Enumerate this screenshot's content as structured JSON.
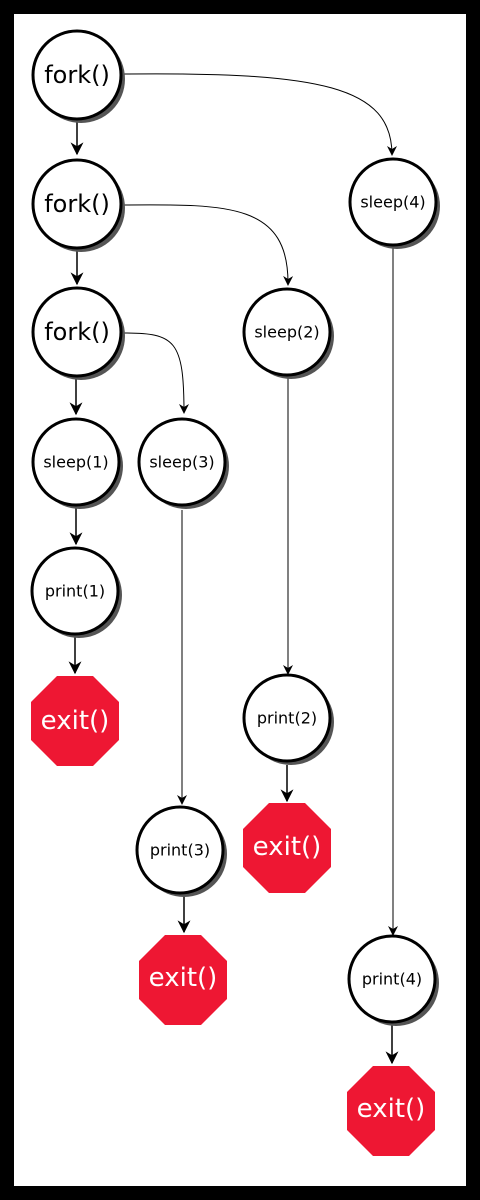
{
  "colors": {
    "frame": "#000000",
    "background": "#ffffff",
    "node_fill": "#ffffff",
    "node_stroke": "#000000",
    "node_shadow": "#555555",
    "exit_fill": "#ee1733",
    "exit_text": "#ffffff"
  },
  "nodes": {
    "fork_1": "fork()",
    "fork_2": "fork()",
    "fork_3": "fork()",
    "sleep_1": "sleep(1)",
    "sleep_2": "sleep(2)",
    "sleep_3": "sleep(3)",
    "sleep_4": "sleep(4)",
    "print_1": "print(1)",
    "print_2": "print(2)",
    "print_3": "print(3)",
    "print_4": "print(4)",
    "exit_1": "exit()",
    "exit_2": "exit()",
    "exit_3": "exit()",
    "exit_4": "exit()"
  },
  "edges": [
    {
      "from": "fork_1",
      "to": "fork_2"
    },
    {
      "from": "fork_1",
      "to": "sleep_4"
    },
    {
      "from": "fork_2",
      "to": "fork_3"
    },
    {
      "from": "fork_2",
      "to": "sleep_2"
    },
    {
      "from": "fork_3",
      "to": "sleep_1"
    },
    {
      "from": "fork_3",
      "to": "sleep_3"
    },
    {
      "from": "sleep_1",
      "to": "print_1"
    },
    {
      "from": "print_1",
      "to": "exit_1"
    },
    {
      "from": "sleep_3",
      "to": "print_3"
    },
    {
      "from": "print_3",
      "to": "exit_3"
    },
    {
      "from": "sleep_2",
      "to": "print_2"
    },
    {
      "from": "print_2",
      "to": "exit_2"
    },
    {
      "from": "sleep_4",
      "to": "print_4"
    },
    {
      "from": "print_4",
      "to": "exit_4"
    }
  ]
}
